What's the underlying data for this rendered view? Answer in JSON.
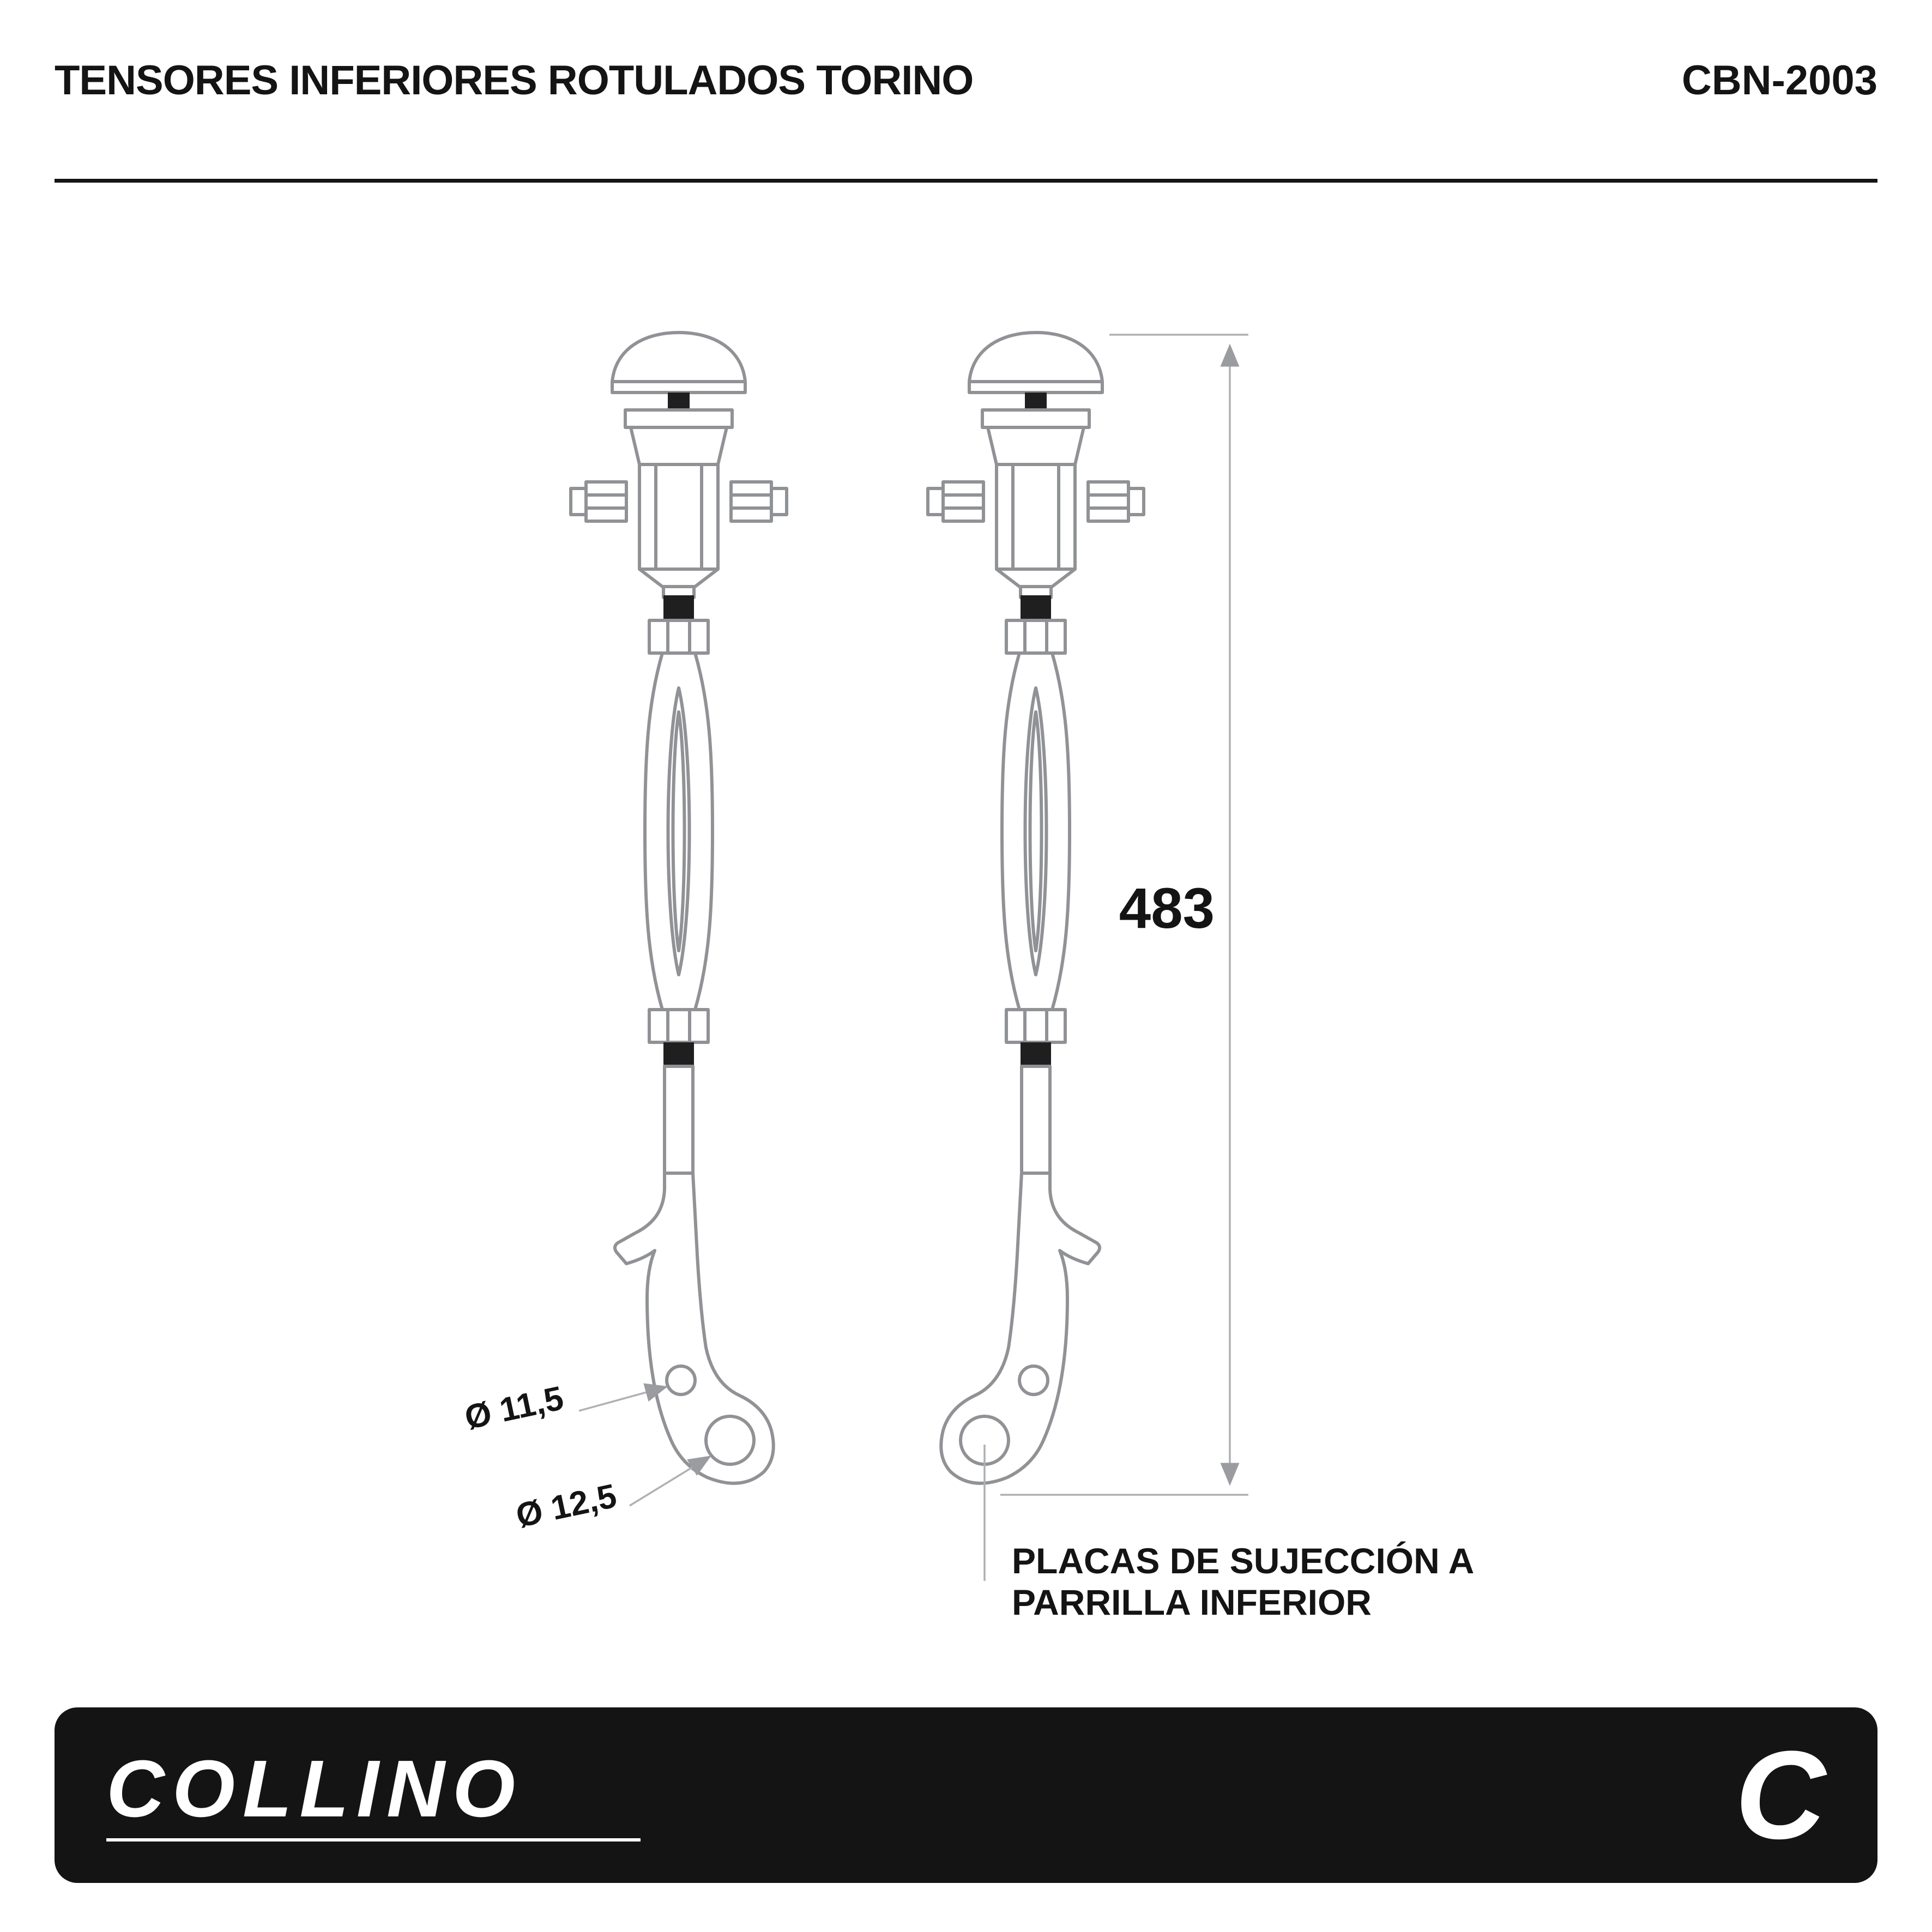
{
  "header": {
    "title": "TENSORES INFERIORES ROTULADOS TORINO",
    "part_number": "CBN-2003"
  },
  "drawing": {
    "dimension_label": "483",
    "callouts": {
      "small_hole": "Ø 11,5",
      "large_hole": "Ø 12,5"
    },
    "note": {
      "line1": "PLACAS DE SUJECCIÓN A",
      "line2": "PARRILLA INFERIOR"
    }
  },
  "footer": {
    "brand": "COLLINO",
    "logo_letter": "C"
  },
  "colors": {
    "text": "#141414",
    "part_stroke": "#909295",
    "dim_stroke": "#aeb0b3",
    "banner_bg": "#141414",
    "banner_fg": "#ffffff"
  }
}
